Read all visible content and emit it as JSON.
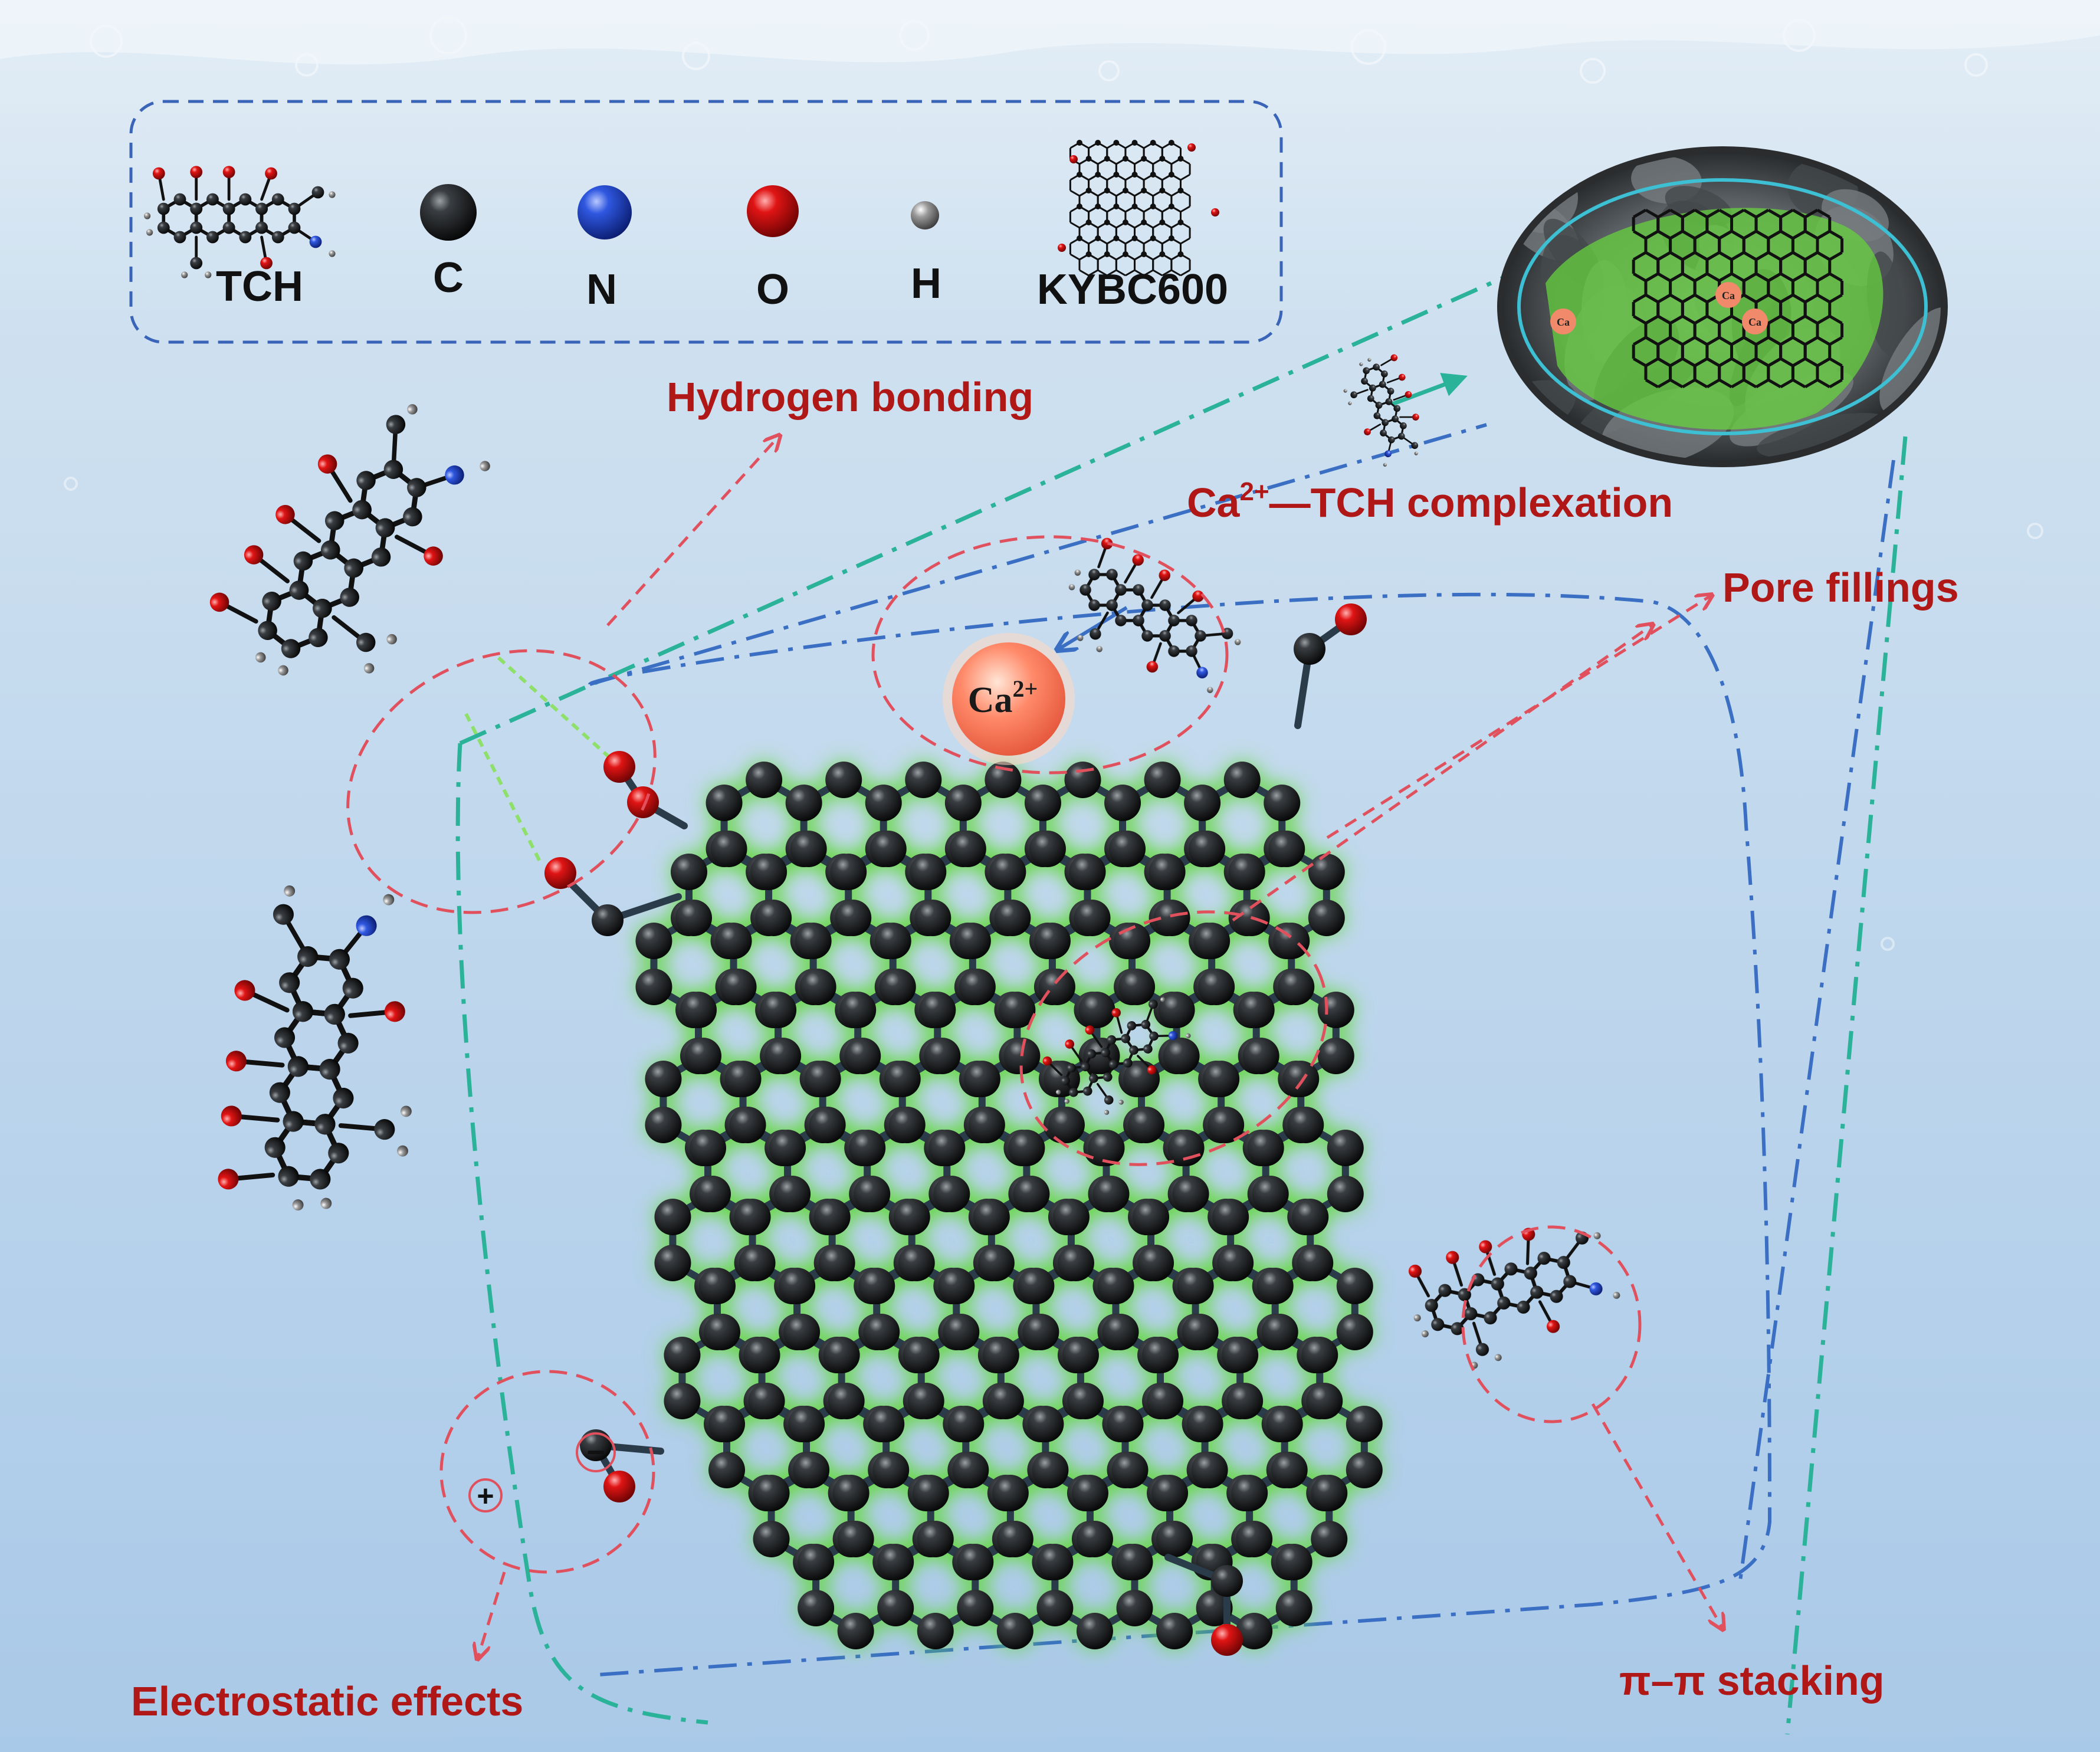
{
  "legend": {
    "items": [
      {
        "key": "tch",
        "label": "TCH"
      },
      {
        "key": "c",
        "label": "C",
        "color": "#0a0a0a"
      },
      {
        "key": "n",
        "label": "N",
        "color": "#1f3fbf"
      },
      {
        "key": "o",
        "label": "O",
        "color": "#c40d0d"
      },
      {
        "key": "h",
        "label": "H",
        "color": "#555555"
      },
      {
        "key": "kybc",
        "label": "KYBC600"
      }
    ]
  },
  "mechanisms": {
    "hydrogen_bonding": "Hydrogen bonding",
    "complexation_prefix": "Ca",
    "complexation_sup": "2+",
    "complexation_suffix": "—TCH complexation",
    "pore_fillings": "Pore fillings",
    "pi_stacking": "π–π stacking",
    "electrostatic": "Electrostatic effects"
  },
  "ion": {
    "base": "Ca",
    "sup": "2+"
  },
  "ion_small": "Ca",
  "charges": {
    "positive": "+",
    "negative": "−"
  },
  "colors": {
    "label_red": "#b01818",
    "arrow_red": "#e0505d",
    "teal": "#2bb39a",
    "blue": "#3a6fc4",
    "glow": "#6fdc4a",
    "bond": "#2a3b4a",
    "carbon": "#111111"
  },
  "icons": [
    "tch-molecule-icon",
    "carbon-atom-icon",
    "nitrogen-atom-icon",
    "oxygen-atom-icon",
    "hydrogen-atom-icon",
    "kybc600-sheet-icon"
  ]
}
